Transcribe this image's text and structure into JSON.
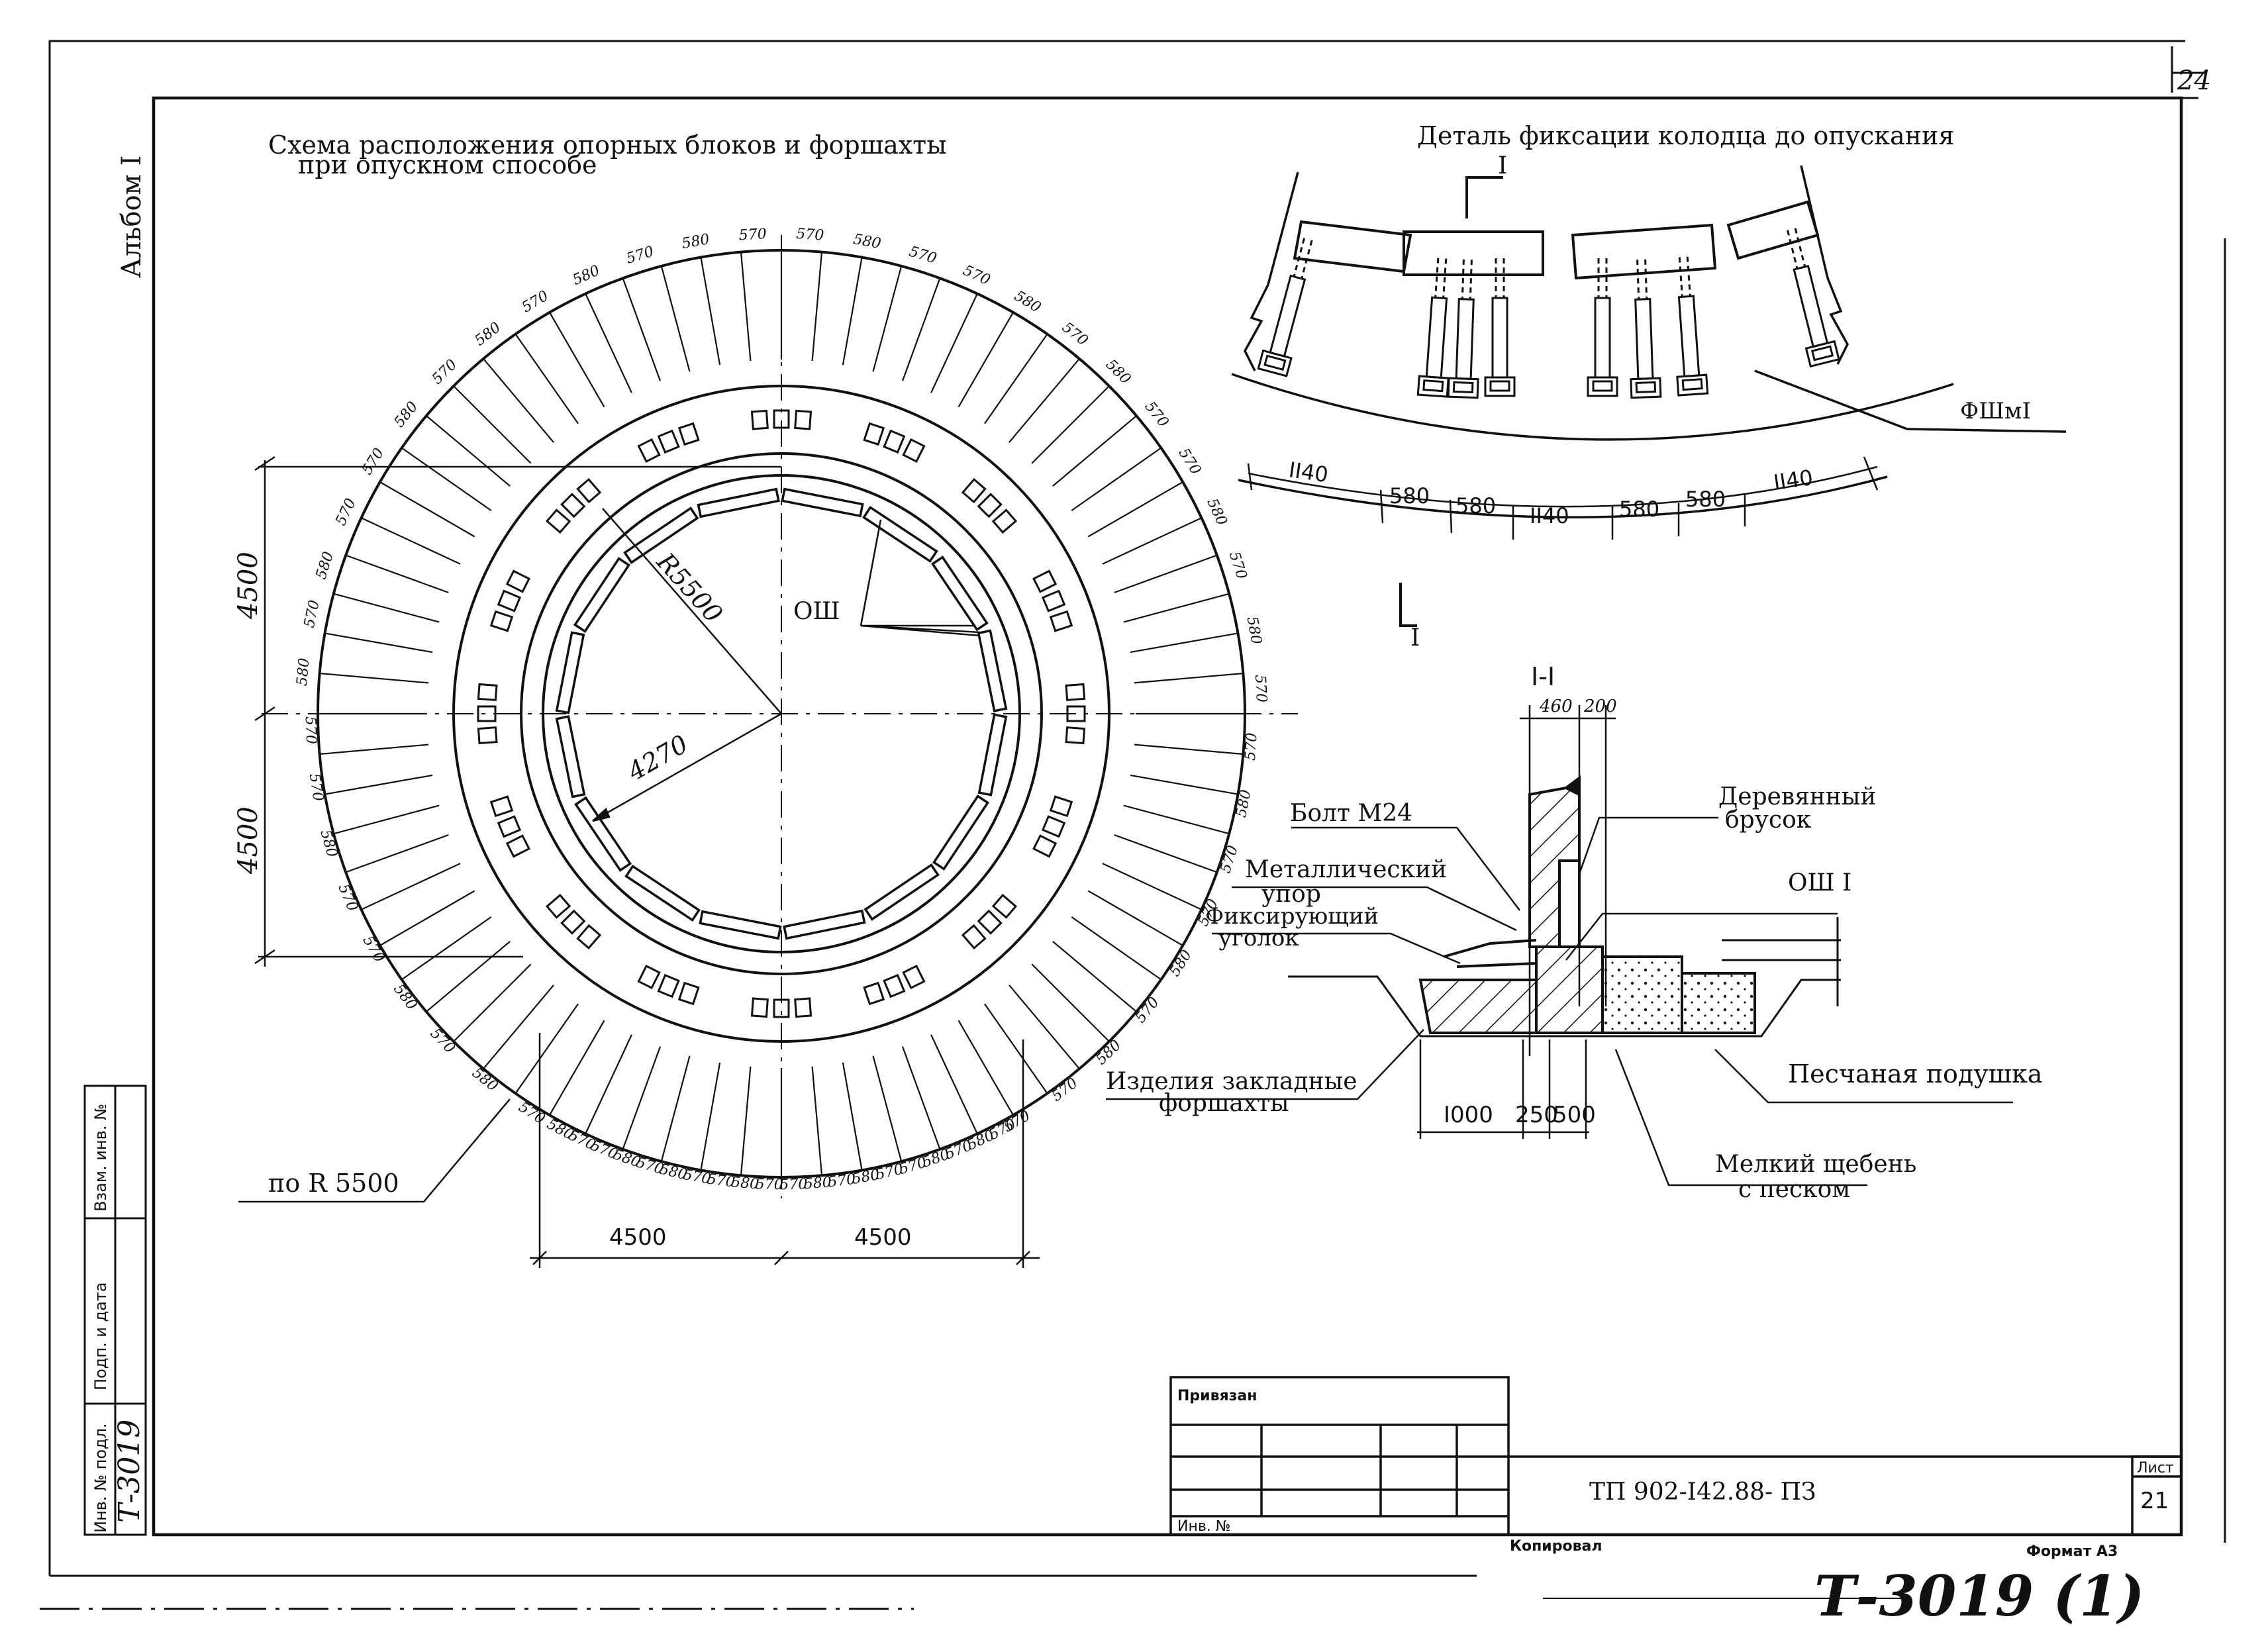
{
  "sheet": {
    "sheet_number_corner": "24",
    "album": "Альбом I",
    "stamp": "Т-3019 (1)",
    "copied": "Копировал",
    "format": "Формат А3"
  },
  "plan": {
    "title_line1": "Схема расположения опорных блоков и форшахты",
    "title_line2": "при опускном способе",
    "radius_outer": "R5500",
    "radius_inner": "4270",
    "ring_label": "ОШ",
    "leader_label": "по R 5500",
    "dim_left_top": "4500",
    "dim_left_bottom": "4500",
    "dim_bottom_left": "4500",
    "dim_bottom_right": "4500",
    "segment_labels_top": [
      "580",
      "570",
      "570",
      "580",
      "570",
      "580",
      "570",
      "580",
      "570",
      "580",
      "570",
      "570",
      "580",
      "570",
      "570",
      "580",
      "570",
      "580",
      "570",
      "570",
      "580",
      "570"
    ],
    "segment_labels_left": [
      "570",
      "580",
      "570",
      "580",
      "570",
      "570",
      "580",
      "570",
      "570",
      "580",
      "570"
    ],
    "segment_labels_right": [
      "580",
      "570",
      "570",
      "580",
      "570",
      "570",
      "580",
      "570",
      "580",
      "570",
      "570"
    ],
    "segment_labels_bottom": [
      "570",
      "580",
      "570",
      "580",
      "570",
      "570",
      "580",
      "570",
      "580",
      "570",
      "570",
      "580",
      "570",
      "570",
      "580",
      "570",
      "580",
      "570",
      "570",
      "580"
    ]
  },
  "detail": {
    "title": "Деталь фиксации колодца до опускания",
    "section_mark": "I",
    "ring_label": "ФШмI",
    "dims": [
      "II40",
      "580",
      "580",
      "II40",
      "580",
      "580",
      "II40"
    ]
  },
  "section": {
    "title": "I-I",
    "dim_top_1": "460",
    "dim_top_2": "200",
    "bolt": "Болт М24",
    "stop_line1": "Металлический",
    "stop_line2": "упор",
    "angle_line1": "Фиксирующий",
    "angle_line2": "уголок",
    "wood_line1": "Деревянный",
    "wood_line2": "брусок",
    "wall": "ОШ I",
    "embed_line1": "Изделия закладные",
    "embed_line2": "форшахты",
    "sand": "Песчаная подушка",
    "gravel_line1": "Мелкий щебень",
    "gravel_line2": "с песком",
    "dim_bottom_1": "I000",
    "dim_bottom_2": "250",
    "dim_bottom_3": "500"
  },
  "title_block": {
    "bound": "Привязан",
    "inv": "Инв. №",
    "doc_code": "ТП 902-I42.88- ПЗ",
    "sheet_label": "Лист",
    "sheet_value": "21"
  },
  "side_stamp": {
    "inv_podl": "Инв. № подл.",
    "inv_podl_value": "Т-3019",
    "sign_date": "Подп. и дата",
    "vzam": "Взам. инв. №"
  }
}
